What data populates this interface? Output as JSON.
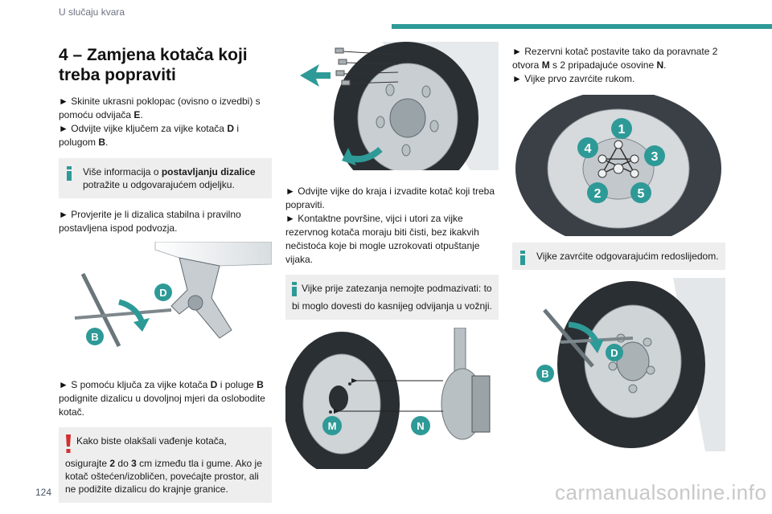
{
  "header": {
    "section": "U slučaju kvara"
  },
  "colors": {
    "accent": "#2e9a97",
    "warning": "#d32f2f",
    "note_bg": "#eeeeee"
  },
  "footer": {
    "page_number": "124",
    "watermark": "carmanualsonline.info"
  },
  "col1": {
    "title_line1": "4 – Zamjena kotača koji",
    "title_line2": "treba popraviti",
    "step1_a": "Skinite ukrasni poklopac (ovisno o izvedbi) s",
    "step1_b": "pomoću odvijača",
    "step1_letter": "E",
    "step2_a": "Odvijte vijke ključem za vijke kotača",
    "step2_letter1": "D",
    "step2_b": "i",
    "step2_c": "polugom",
    "step2_letter2": "B",
    "note1_a": "Više informacija o",
    "note1_bold": "postavljanju dizalice",
    "note1_b": "potražite u odgovarajućem odjeljku.",
    "step3": "Provjerite je li dizalica stabilna i pravilno postavljena ispod podvozja.",
    "image1_labels": [
      "D",
      "B"
    ],
    "step4_a": "S pomoću ključa za vijke kotača",
    "step4_letter1": "D",
    "step4_b": "i poluge",
    "step4_letter2": "B",
    "step4_c": "podignite dizalicu u dovoljnoj mjeri da oslobodite kotač.",
    "warn_a": "Kako biste olakšali vađenje kotača, osigurajte",
    "warn_n1": "2",
    "warn_b": "do",
    "warn_n2": "3",
    "warn_c": "cm između tla i gume. Ako je kotač oštećen/izobličen, povećajte prostor, ali ne podižite dizalicu do krajnje granice."
  },
  "col2": {
    "step5": "Odvijte vijke do kraja i izvadite kotač koji treba popraviti.",
    "step6": "Kontaktne površine, vijci i utori za vijke rezervnog kotača moraju biti čisti, bez ikakvih nečistoća koje bi mogle uzrokovati otpuštanje vijaka.",
    "note2": "Vijke prije zatezanja nemojte podmazivati: to bi moglo dovesti do kasnijeg odvijanja u vožnji.",
    "image3_labels": [
      "M",
      "N"
    ]
  },
  "col3": {
    "step7_a": "Rezervni kotač postavite tako da poravnate 2 otvora",
    "step7_letter1": "M",
    "step7_b": "s 2 pripadajuće osovine",
    "step7_letter2": "N",
    "step8": "Vijke prvo zavrćite rukom.",
    "image4_labels": [
      "1",
      "2",
      "3",
      "4",
      "5"
    ],
    "note3": "Vijke zavrćite odgovarajućim redoslijedom.",
    "image5_labels": [
      "D",
      "B"
    ]
  }
}
